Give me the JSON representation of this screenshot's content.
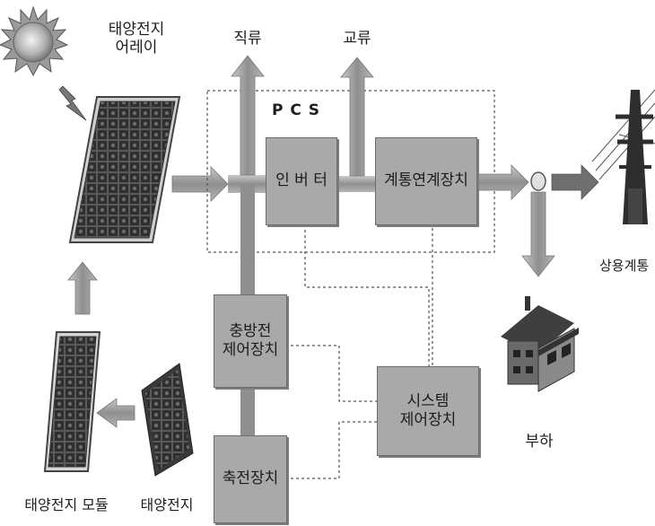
{
  "labels": {
    "solar_array": [
      "태양전지",
      "어레이"
    ],
    "dc": "직류",
    "ac": "교류",
    "pcs": "P C S",
    "inverter": "인 버 터",
    "grid_interconnect": "계통연계장치",
    "utility_grid": "상용계통",
    "charge_discharge_control": [
      "충방전",
      "제어장치"
    ],
    "system_control": [
      "시스템",
      "제어장치"
    ],
    "storage": "축전장치",
    "load": "부하",
    "solar_module": "태양전지 모듈",
    "solar_cell": "태양전지"
  },
  "colors": {
    "box_fill": "#a9a9a9",
    "arrow_fill": "#9a9a9a",
    "panel_dark": "#3a3a3a",
    "dashed_line": "#555555"
  },
  "icons": {
    "sun": "sun-icon",
    "panel": "solar-panel-icon",
    "tower": "power-tower-icon",
    "house": "house-icon"
  }
}
